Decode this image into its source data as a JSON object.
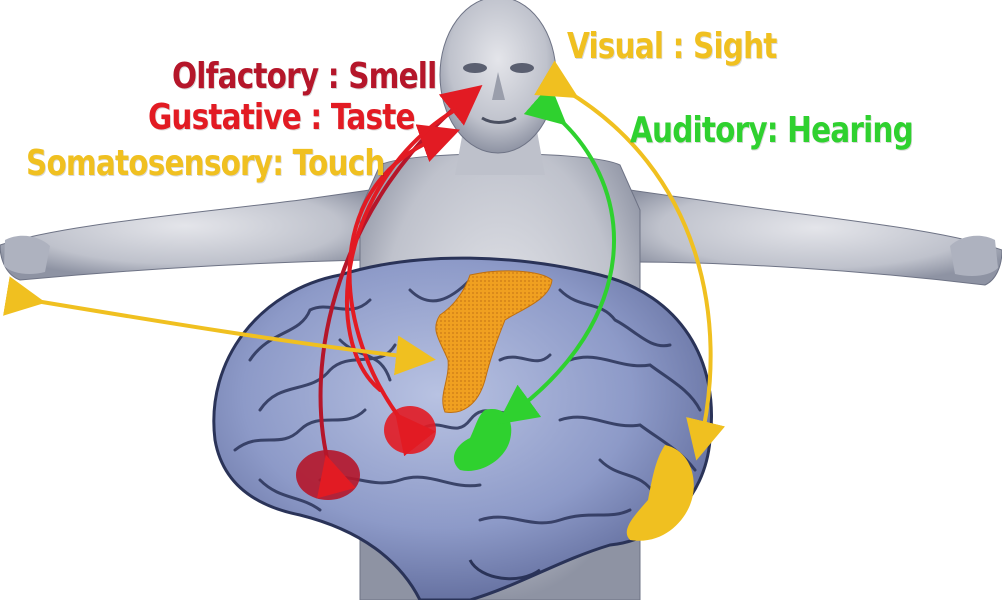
{
  "labels": {
    "olfactory": "Olfactory : Smell",
    "gustative": "Gustative : Taste",
    "somatosensory": "Somatosensory: Touch",
    "visual": "Visual : Sight",
    "auditory": "Auditory: Hearing"
  },
  "colors": {
    "olfactory": "#b5162a",
    "gustative": "#e21b23",
    "somatosensory": "#f0c020",
    "visual": "#f0c020",
    "auditory": "#2fd12f",
    "skin": "#c9cbd3",
    "brain": "#8f9cc8",
    "brain_lines": "#2a3358"
  }
}
